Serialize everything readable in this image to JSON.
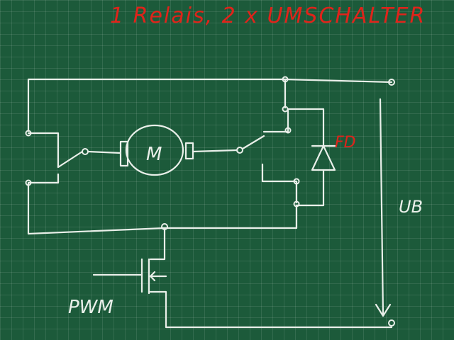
{
  "title": "1 Relais, 2 x UMSCHALTER",
  "labels": {
    "motor": "M",
    "diode": "FD",
    "voltage": "UB",
    "pwm": "PWM"
  },
  "colors": {
    "board": "#1c5a3a",
    "chalk": "#e9efe9",
    "annotation": "#e0231a"
  }
}
